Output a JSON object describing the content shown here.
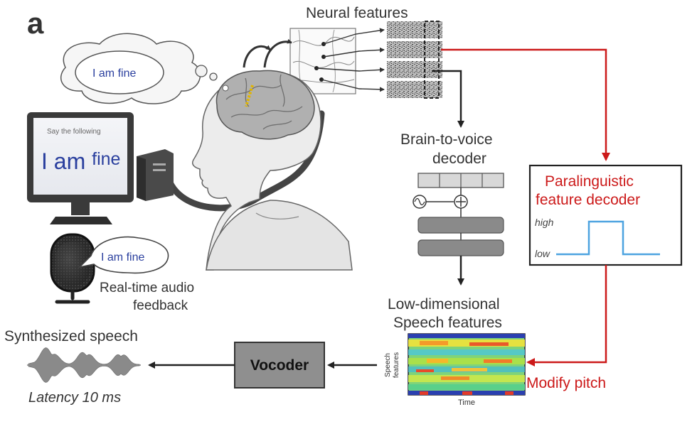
{
  "panel_label": "a",
  "neural_features_label": "Neural features",
  "thought_bubble_text": "I am fine",
  "monitor": {
    "prompt": "Say the following",
    "text_part1": "I am ",
    "text_part2": "fine"
  },
  "speaker_bubble_text": "I am fine",
  "feedback_label_line1": "Real-time audio",
  "feedback_label_line2": "feedback",
  "brain_to_voice": {
    "line1": "Brain-to-voice",
    "line2": "decoder"
  },
  "paralinguistic": {
    "line1": "Paralinguistic",
    "line2": "feature decoder",
    "high_label": "high",
    "low_label": "low"
  },
  "low_dim": {
    "line1": "Low-dimensional",
    "line2": "Speech features",
    "y_axis_line1": "Speech",
    "y_axis_line2": "features",
    "x_axis": "Time"
  },
  "modify_pitch_label": "Modify pitch",
  "vocoder_label": "Vocoder",
  "synth_label": "Synthesized speech",
  "latency_label": "Latency 10 ms",
  "colors": {
    "red": "#cc1a1a",
    "dark": "#222222",
    "grey_block": "#888888",
    "blue_text": "#2a3f9e",
    "pitch_line": "#4da3e0"
  }
}
